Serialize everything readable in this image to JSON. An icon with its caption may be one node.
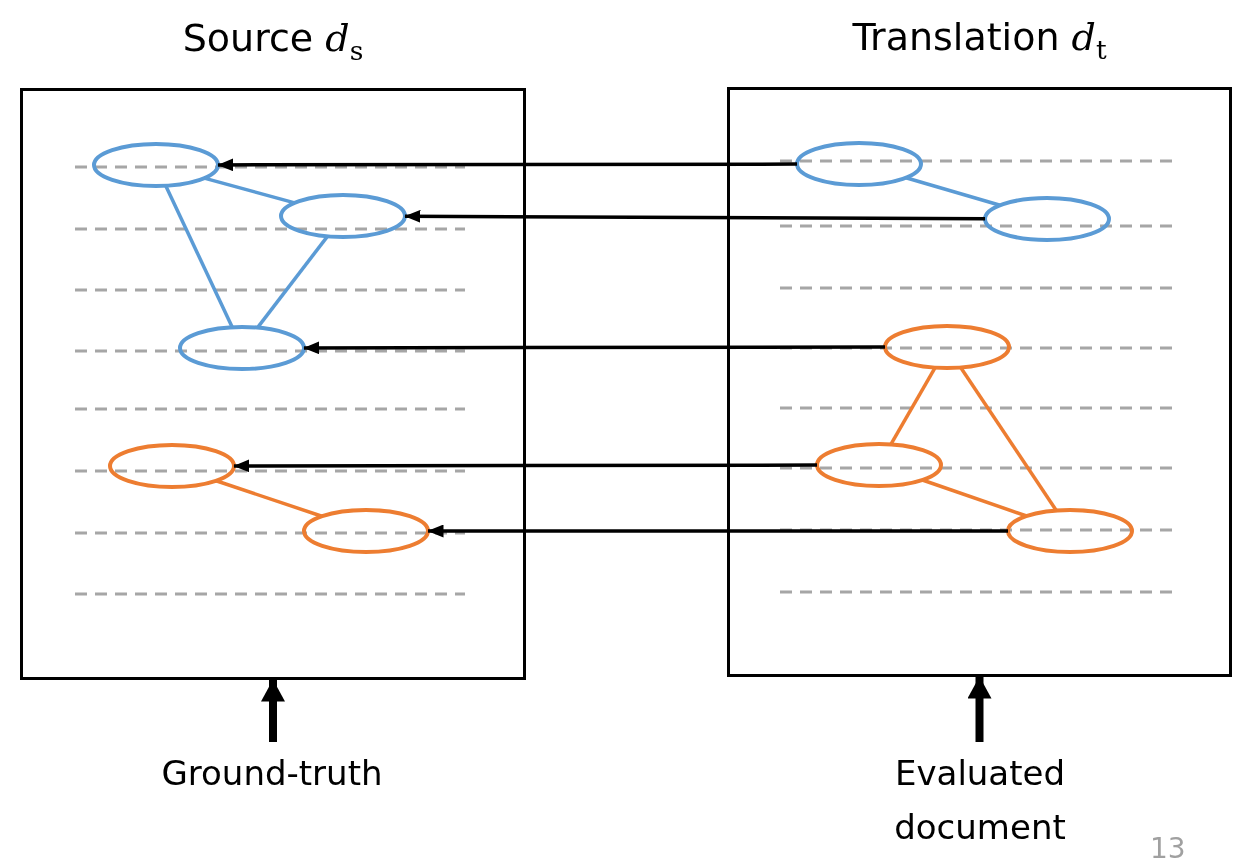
{
  "diagram": {
    "nodes": [
      {
        "text": [
          "Source *d*$_{s}$"
        ]
      },
      {
        "text": [
          "Translation *d*$_{t}$"
        ]
      },
      {
        "text": [],
        "shape": "ellipse",
        "in": 0
      },
      {
        "text": [],
        "shape": "ellipse",
        "in": 0
      },
      {
        "text": [],
        "shape": "ellipse",
        "in": 0
      },
      {
        "text": [],
        "shape": "ellipse",
        "in": 0
      },
      {
        "text": [],
        "shape": "ellipse",
        "in": 0
      },
      {
        "text": [],
        "shape": "ellipse",
        "in": 1
      },
      {
        "text": [],
        "shape": "ellipse",
        "in": 1
      },
      {
        "text": [],
        "shape": "ellipse",
        "in": 1
      },
      {
        "text": [],
        "shape": "ellipse",
        "in": 1
      },
      {
        "text": [],
        "shape": "ellipse",
        "in": 1
      },
      {
        "text": [
          "Ground-truth"
        ]
      },
      {
        "text": [
          "Evaluated document"
        ]
      }
    ],
    "edges": [
      {
        "from": 7,
        "to": 2,
        "arrow": "to"
      },
      {
        "from": 8,
        "to": 3,
        "arrow": "to"
      },
      {
        "from": 9,
        "to": 4,
        "arrow": "to"
      },
      {
        "from": 10,
        "to": 5,
        "arrow": "to"
      },
      {
        "from": 11,
        "to": 6,
        "arrow": "to"
      },
      {
        "from": 2,
        "to": 3,
        "arrow": "none",
        "color": "#5b9bd5"
      },
      {
        "from": 2,
        "to": 4,
        "arrow": "none",
        "color": "#5b9bd5"
      },
      {
        "from": 3,
        "to": 4,
        "arrow": "none",
        "color": "#5b9bd5"
      },
      {
        "from": 5,
        "to": 6,
        "arrow": "none",
        "color": "#ed7d31"
      },
      {
        "from": 7,
        "to": 8,
        "arrow": "none",
        "color": "#5b9bd5"
      },
      {
        "from": 9,
        "to": 10,
        "arrow": "none",
        "color": "#ed7d31"
      },
      {
        "from": 9,
        "to": 11,
        "arrow": "none",
        "color": "#ed7d31"
      },
      {
        "from": 10,
        "to": 11,
        "arrow": "none",
        "color": "#ed7d31"
      },
      {
        "from": 12,
        "to": 0,
        "arrow": "to",
        "style": "thick"
      },
      {
        "from": 13,
        "to": 1,
        "arrow": "to",
        "style": "thick"
      }
    ],
    "labels": [
      "13"
    ]
  }
}
